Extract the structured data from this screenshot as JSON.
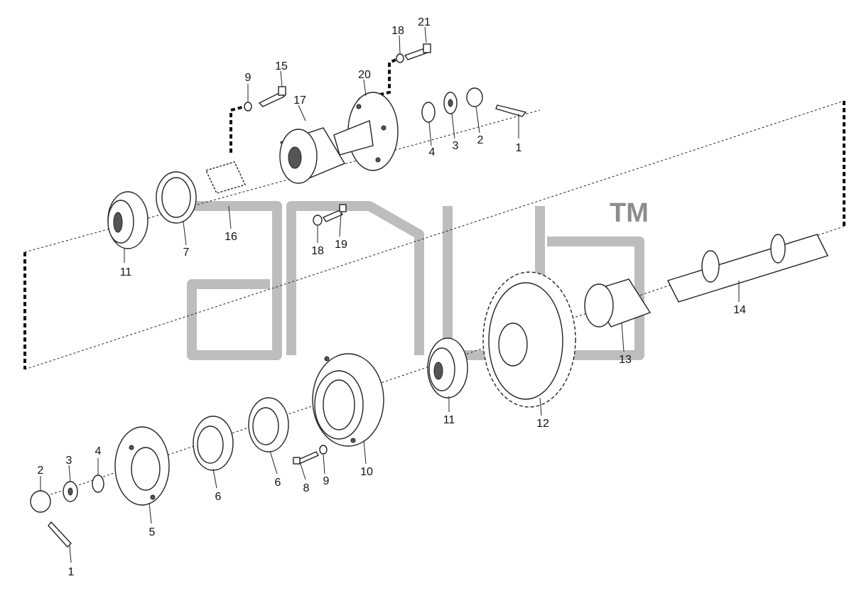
{
  "watermark": {
    "trademark": "TM"
  },
  "callouts": {
    "c1_right": "1",
    "c2_right": "2",
    "c3_right": "3",
    "c4_right": "4",
    "c9_top": "9",
    "c15": "15",
    "c17": "17",
    "c20": "20",
    "c18_top": "18",
    "c21": "21",
    "c11_left": "11",
    "c7": "7",
    "c16": "16",
    "c18_mid": "18",
    "c19": "19",
    "c14": "14",
    "c13": "13",
    "c12": "12",
    "c11_mid": "11",
    "c10": "10",
    "c9_low": "9",
    "c8": "8",
    "c6_a": "6",
    "c6_b": "6",
    "c5": "5",
    "c4_left": "4",
    "c3_left": "3",
    "c2_left": "2",
    "c1_left": "1"
  },
  "colors": {
    "line": "#222222",
    "watermark": "#bdbdbd",
    "background": "#ffffff"
  }
}
